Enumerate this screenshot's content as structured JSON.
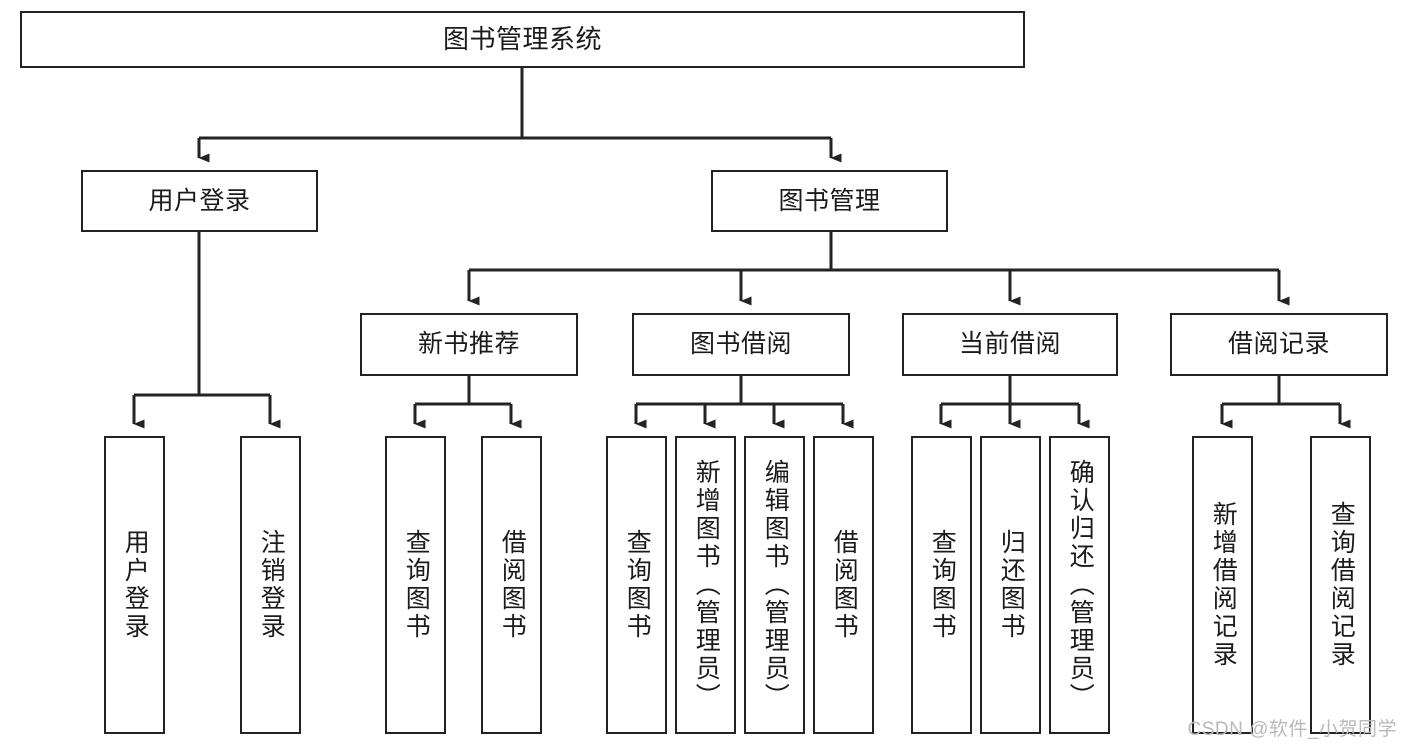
{
  "diagram": {
    "type": "tree",
    "title": "图书管理系统",
    "watermark": "CSDN @软件_小贺同学",
    "accent_color": "#232323",
    "background_color": "#ffffff",
    "levels": {
      "root": {
        "label": "图书管理系统"
      },
      "level2": [
        {
          "label": "用户登录"
        },
        {
          "label": "图书管理"
        }
      ],
      "level3": [
        {
          "label": "新书推荐"
        },
        {
          "label": "图书借阅"
        },
        {
          "label": "当前借阅"
        },
        {
          "label": "借阅记录"
        }
      ],
      "leaves": [
        {
          "label": "用户登录"
        },
        {
          "label": "注销登录"
        },
        {
          "label": "查询图书"
        },
        {
          "label": "借阅图书"
        },
        {
          "label": "查询图书"
        },
        {
          "label": "新增图书（管理员）"
        },
        {
          "label": "编辑图书（管理员）"
        },
        {
          "label": "借阅图书"
        },
        {
          "label": "查询图书"
        },
        {
          "label": "归还图书"
        },
        {
          "label": "确认归还（管理员）"
        },
        {
          "label": "新增借阅记录"
        },
        {
          "label": "查询借阅记录"
        }
      ]
    },
    "edges": [
      {
        "from": "图书管理系统",
        "to": "用户登录"
      },
      {
        "from": "图书管理系统",
        "to": "图书管理"
      },
      {
        "from": "用户登录",
        "to": "用户登录"
      },
      {
        "from": "用户登录",
        "to": "注销登录"
      },
      {
        "from": "图书管理",
        "to": "新书推荐"
      },
      {
        "from": "图书管理",
        "to": "图书借阅"
      },
      {
        "from": "图书管理",
        "to": "当前借阅"
      },
      {
        "from": "图书管理",
        "to": "借阅记录"
      },
      {
        "from": "新书推荐",
        "to": "查询图书"
      },
      {
        "from": "新书推荐",
        "to": "借阅图书"
      },
      {
        "from": "图书借阅",
        "to": "查询图书"
      },
      {
        "from": "图书借阅",
        "to": "新增图书（管理员）"
      },
      {
        "from": "图书借阅",
        "to": "编辑图书（管理员）"
      },
      {
        "from": "图书借阅",
        "to": "借阅图书"
      },
      {
        "from": "当前借阅",
        "to": "查询图书"
      },
      {
        "from": "当前借阅",
        "to": "归还图书"
      },
      {
        "from": "当前借阅",
        "to": "确认归还（管理员）"
      },
      {
        "from": "借阅记录",
        "to": "新增借阅记录"
      },
      {
        "from": "借阅记录",
        "to": "查询借阅记录"
      }
    ]
  }
}
